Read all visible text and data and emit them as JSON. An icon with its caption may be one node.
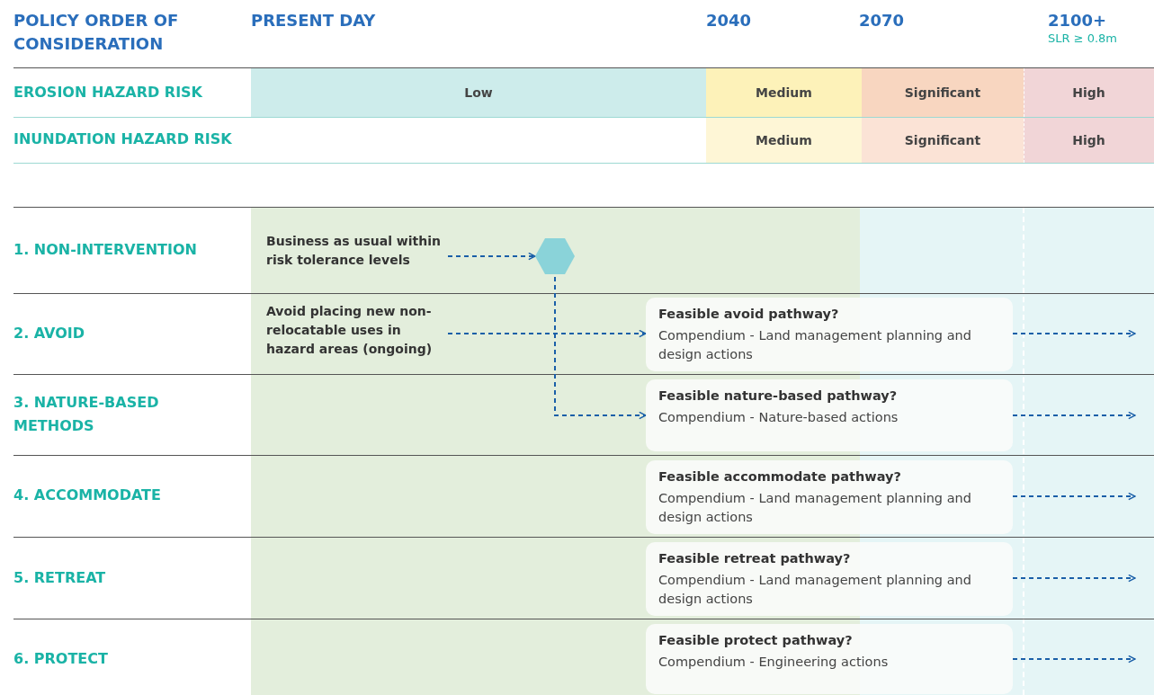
{
  "diagram": {
    "nodes": [
      {
        "text": [
          "Business as usual within risk tolerance levels"
        ]
      },
      {
        "text": [],
        "shape": "hexagon"
      },
      {
        "text": [
          "Avoid placing new non-relocatable uses in hazard areas (ongoing)"
        ]
      },
      {
        "text": [
          "Feasible avoid pathway?",
          "Compendium - Land management planning and design actions"
        ]
      },
      {
        "text": [
          "Feasible nature-based pathway?",
          "Compendium - Nature-based actions"
        ]
      },
      {
        "text": [
          "Feasible accommodate pathway?",
          "Compendium - Land management planning and design actions"
        ]
      },
      {
        "text": [
          "Feasible retreat pathway?",
          "Compendium - Land management planning and design actions"
        ]
      },
      {
        "text": [
          "Feasible protect pathway?",
          "Compendium - Engineering actions"
        ]
      }
    ],
    "edges": [
      {
        "from": 0,
        "to": 1,
        "arrow": "to"
      },
      {
        "from": 1,
        "to": 4,
        "arrow": "to"
      },
      {
        "from": 2,
        "to": 3,
        "arrow": "to"
      },
      {
        "from": 3,
        "to": null,
        "arrow": "to"
      },
      {
        "from": 4,
        "to": null,
        "arrow": "to"
      },
      {
        "from": 5,
        "to": null,
        "arrow": "to"
      },
      {
        "from": 6,
        "to": null,
        "arrow": "to"
      },
      {
        "from": 7,
        "to": null,
        "arrow": "to"
      }
    ],
    "labels": [
      "POLICY ORDER OF CONSIDERATION",
      "PRESENT DAY",
      "2040",
      "2070",
      "2100+",
      "SLR ≥ 0.8m",
      "EROSION HAZARD RISK",
      "Low",
      "Medium",
      "Significant",
      "High",
      "INUNDATION HAZARD RISK",
      "Medium",
      "Significant",
      "High",
      "1. NON-INTERVENTION",
      "2. AVOID",
      "3. NATURE-BASED METHODS",
      "4. ACCOMMODATE",
      "5. RETREAT",
      "6. PROTECT"
    ]
  }
}
